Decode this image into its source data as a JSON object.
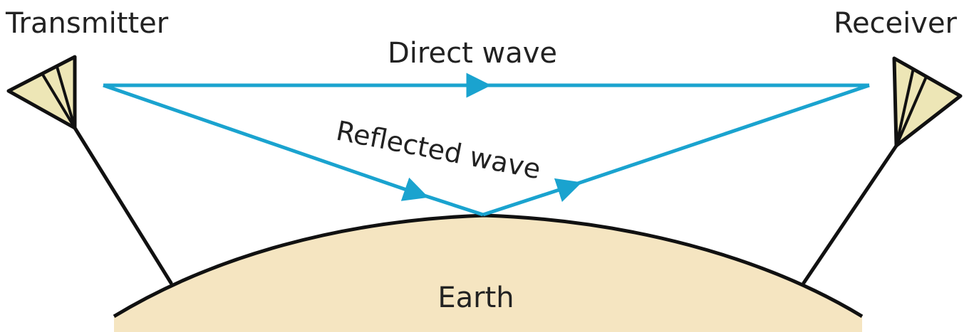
{
  "labels": {
    "transmitter": "Transmitter",
    "receiver": "Receiver",
    "direct_wave": "Direct wave",
    "reflected_wave": "Reflected wave",
    "earth": "Earth"
  },
  "colors": {
    "wave": "#1aa3cf",
    "earth_fill": "#f5e5c1",
    "antenna_fill": "#ede6b6",
    "outline": "#111111",
    "text": "#222222"
  }
}
